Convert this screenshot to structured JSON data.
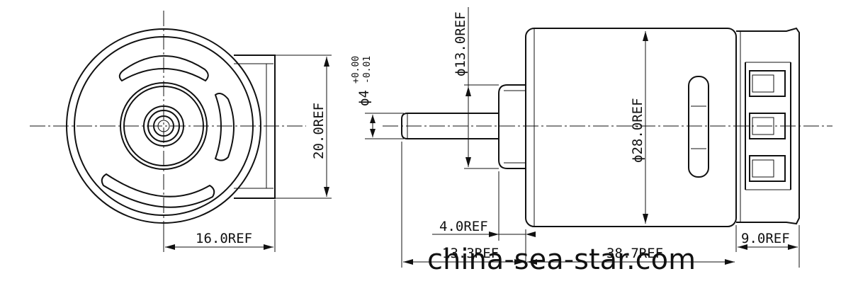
{
  "dimensions": {
    "height_20": "20.0REF",
    "width_16": "16.0REF",
    "shaft_dia_label": "ϕ4",
    "shaft_tol_upper": "+0.00",
    "shaft_tol_lower": "-0.01",
    "boss_dia": "ϕ13.0REF",
    "body_dia": "ϕ28.0REF",
    "boss_len": "4.0REF",
    "shaft_len": "13.3REF",
    "body_len": "38.7REF",
    "rear_len": "9.0REF"
  },
  "watermark": "china-sea-star.com"
}
